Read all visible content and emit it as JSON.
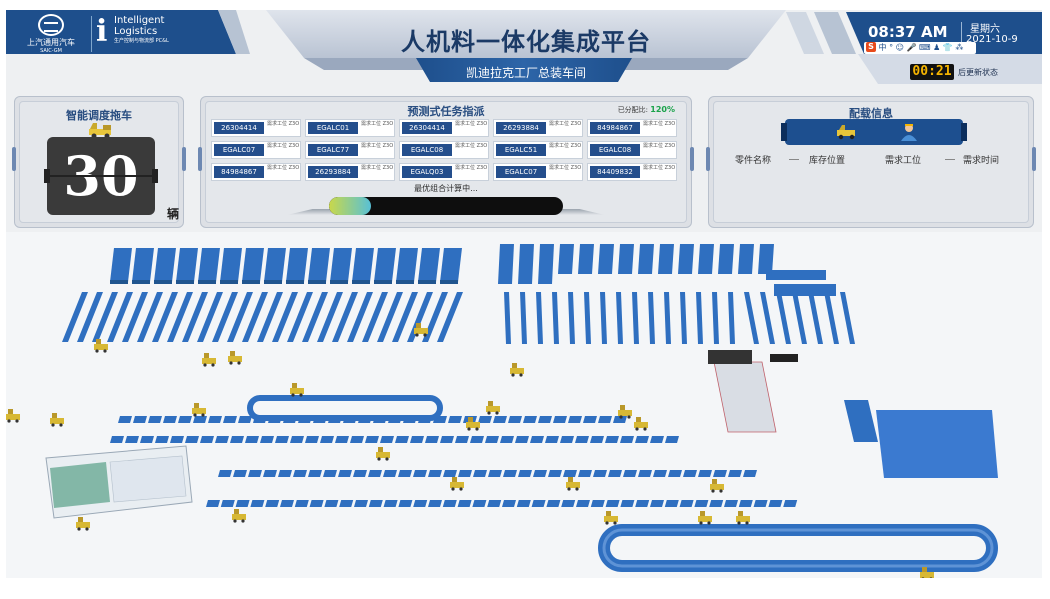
{
  "header": {
    "logo_saic": {
      "name_cn": "上汽通用汽车",
      "name_en": "SAIC-GM"
    },
    "logo_il": {
      "line1": "Intelligent",
      "line2": "Logistics",
      "line3": "生产控制与物流部 PC&L"
    },
    "title": "人机料一体化集成平台",
    "subtitle": "凯迪拉克工厂总装车间",
    "time": "08:37 AM",
    "weekday": "星期六",
    "date": "2021-10-9",
    "tray_text": "中 ° ☺ 🎤 ⌨ ♟ 👕 ⁂",
    "countdown": "00:21",
    "refresh_label": "后更新状态"
  },
  "dispatch_panel": {
    "title": "智能调度拖车",
    "count": "30",
    "unit": "辆",
    "icon": "forklift-icon"
  },
  "task_panel": {
    "title": "预测式任务指派",
    "ratio_label": "已分配比: ",
    "ratio_value": "120%",
    "tasks": [
      {
        "code": "26304414",
        "info": "需求工位 Z3O"
      },
      {
        "code": "EGALC01",
        "info": "需求工位 Z3O"
      },
      {
        "code": "26304414",
        "info": "需求工位 Z3O"
      },
      {
        "code": "26293884",
        "info": "需求工位 Z3O"
      },
      {
        "code": "84984867",
        "info": "需求工位 Z3O"
      },
      {
        "code": "EGALC07",
        "info": "需求工位 Z3O"
      },
      {
        "code": "EGALC77",
        "info": "需求工位 Z3O"
      },
      {
        "code": "EGALC08",
        "info": "需求工位 Z3O"
      },
      {
        "code": "EGALC51",
        "info": "需求工位 Z3O"
      },
      {
        "code": "EGALC08",
        "info": "需求工位 Z3O"
      },
      {
        "code": "84984867",
        "info": "需求工位 Z3O"
      },
      {
        "code": "26293884",
        "info": "需求工位 Z3O"
      },
      {
        "code": "EGALQ03",
        "info": "需求工位 Z3O"
      },
      {
        "code": "EGALC07",
        "info": "需求工位 Z3O"
      },
      {
        "code": "84409832",
        "info": "需求工位 Z3O"
      }
    ],
    "calc_label": "最优组合计算中...",
    "progress": 0.18
  },
  "delivery_panel": {
    "title": "配载信息",
    "columns": [
      "零件名称",
      "库存位置",
      "需求工位",
      "需求时间"
    ],
    "icons": [
      "material-cart-icon",
      "worker-icon"
    ]
  },
  "colors": {
    "header_blue": "#1e4f8c",
    "rack_blue": "#2f6fc0",
    "tugger_yellow": "#d7b834",
    "countdown_yellow": "#f5b400",
    "ratio_green": "#1aa24a"
  }
}
